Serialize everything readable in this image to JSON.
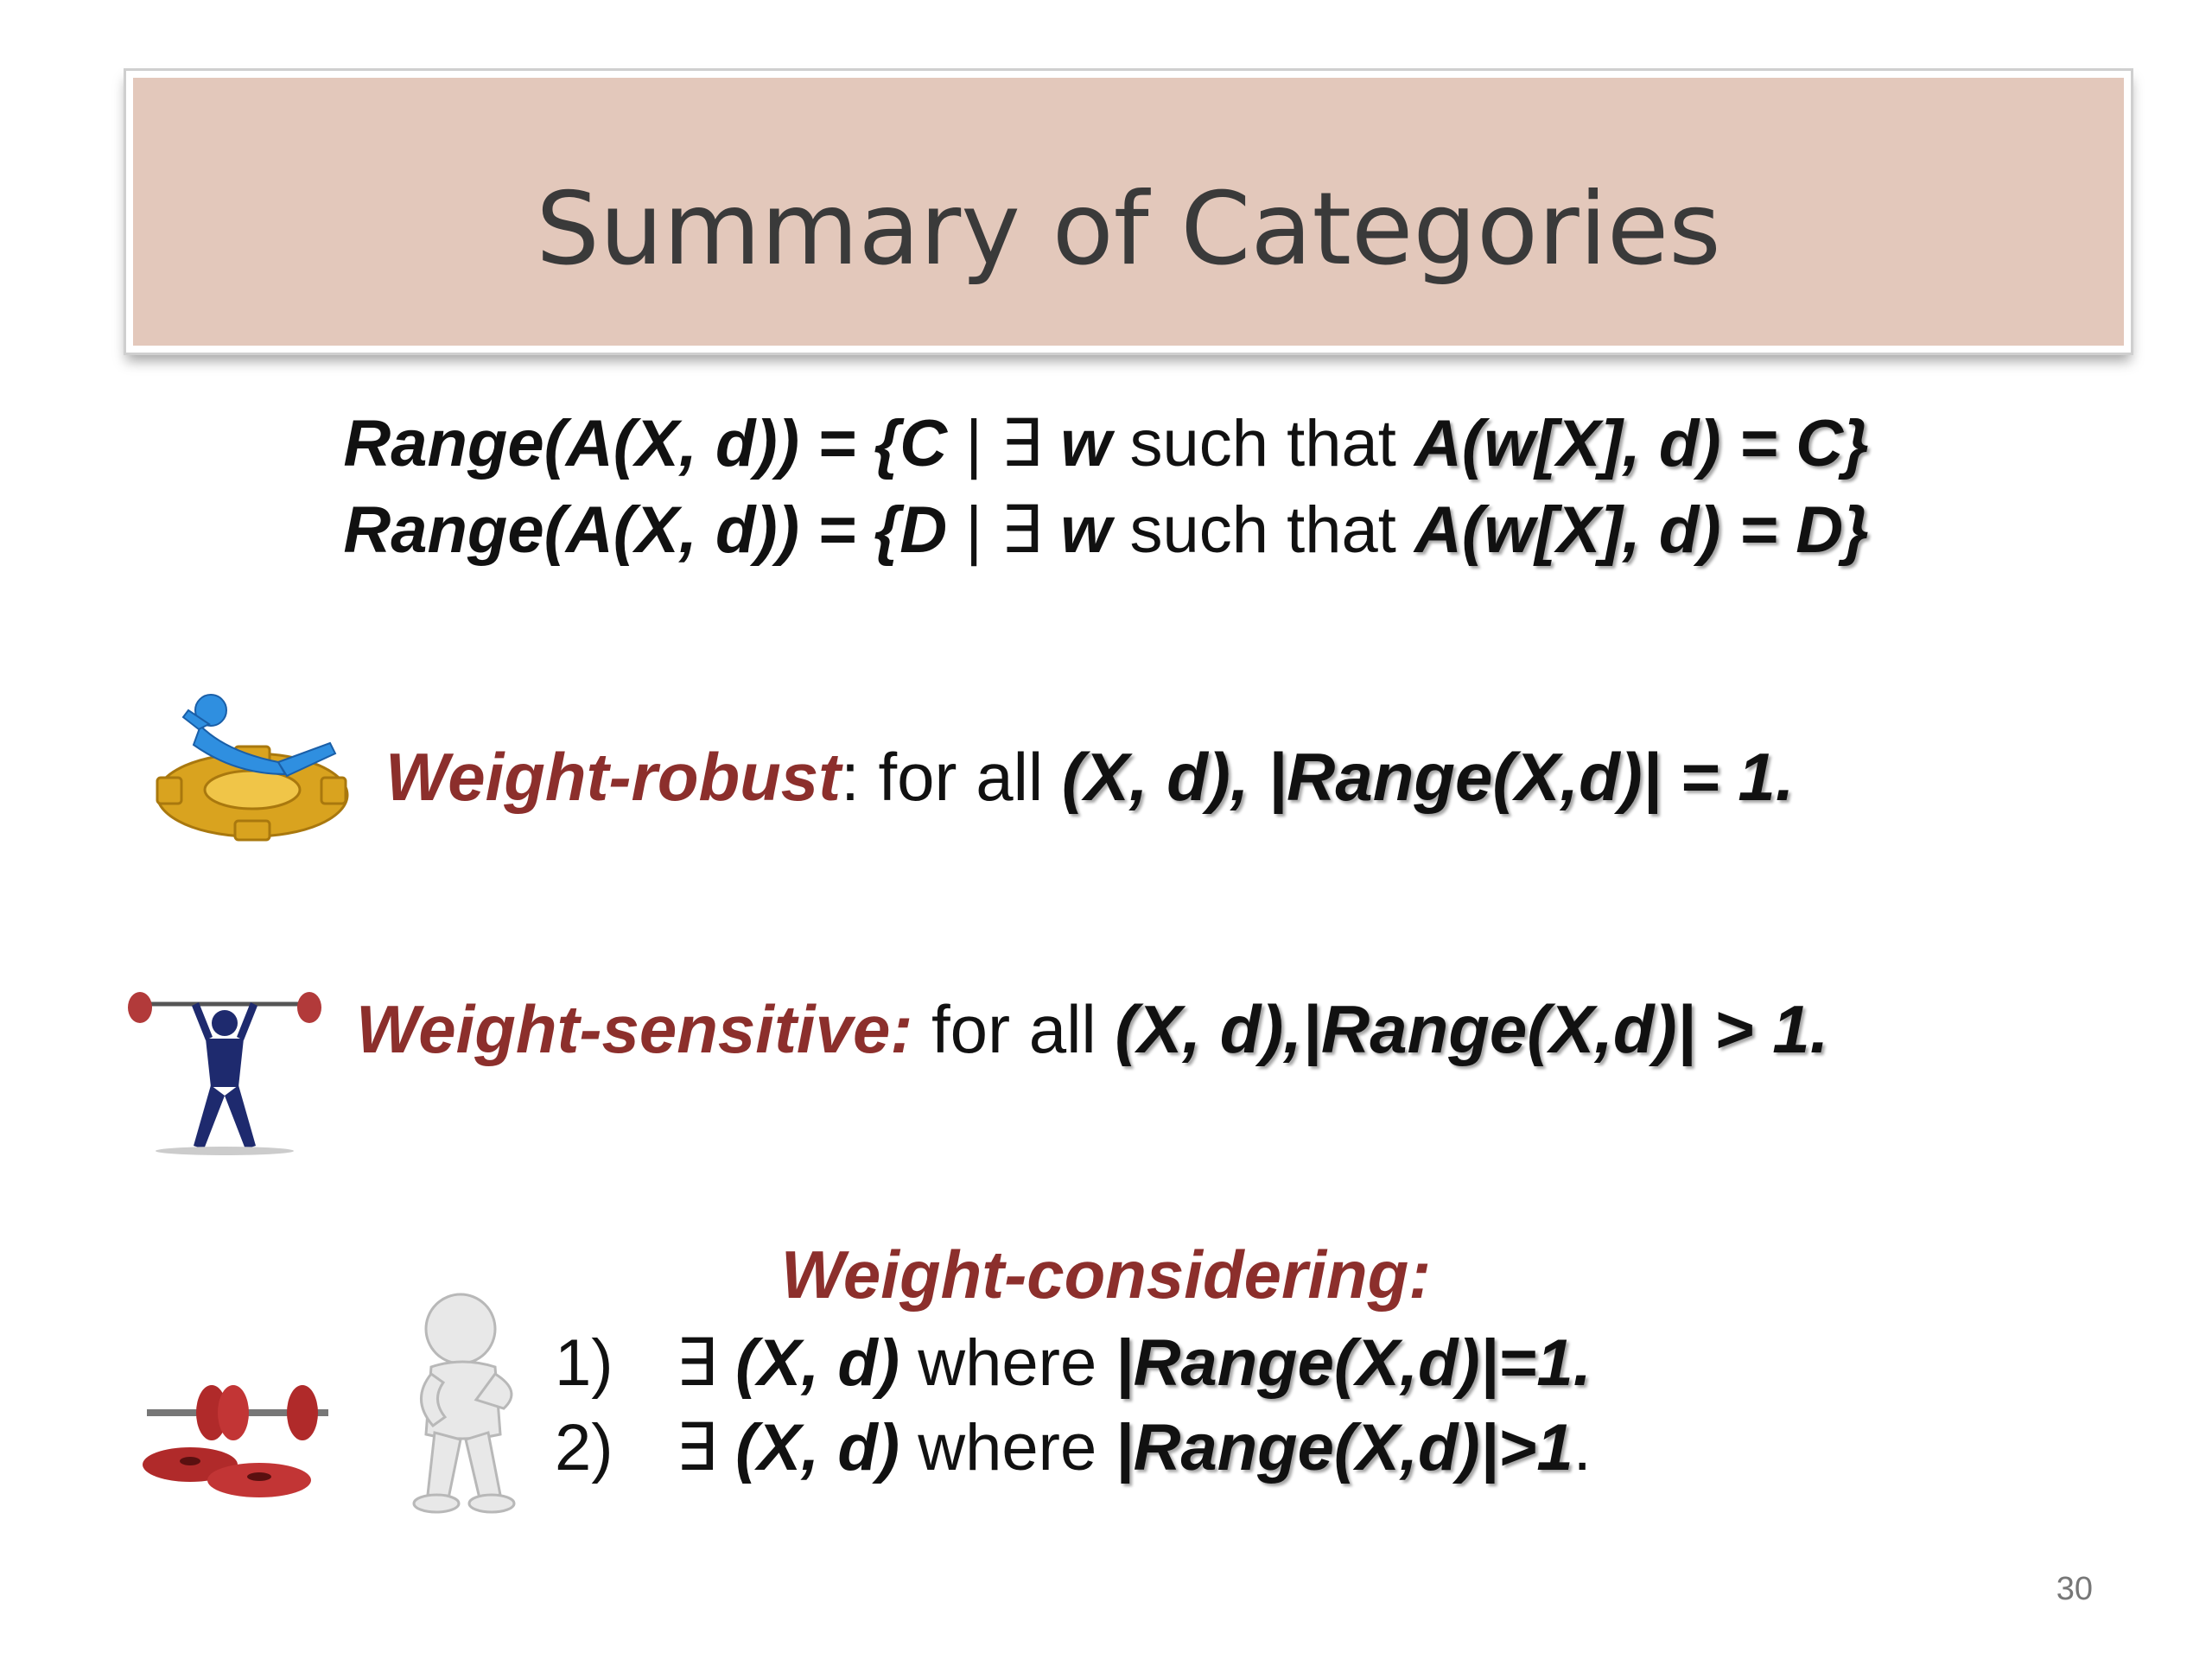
{
  "slide": {
    "title": "Summary of Categories",
    "page_number": "30"
  },
  "definitions": {
    "line1": {
      "lhs": "Range(A(X, d)) = {C",
      "bar": " | ",
      "exists": "∃ ",
      "w": "w",
      "such_that": " such that ",
      "rhs": "A(w[X], d) = C}"
    },
    "line2": {
      "lhs": "Range(A(X, d)) = {D",
      "bar": " | ",
      "exists": "∃ ",
      "w": "w",
      "such_that": " such that ",
      "rhs": "A(w[X], d) = D}"
    }
  },
  "categories": {
    "robust": {
      "name": "Weight-robust",
      "text": ": for all ",
      "formula": "(X, d), |Range(X,d)| = 1.",
      "icon": "figure-lounging-on-gear-icon"
    },
    "sensitive": {
      "name": "Weight-sensitive:",
      "text": " for all ",
      "formula": "(X, d),|Range(X,d)| > 1.",
      "icon": "weightlifter-icon"
    },
    "considering": {
      "name": "Weight-considering:",
      "items": [
        {
          "num": "1)",
          "exists": "∃ ",
          "pair": "(X, d)",
          "where": " where ",
          "formula": "|Range(X,d)|=1."
        },
        {
          "num": "2)",
          "exists": "∃ ",
          "pair": "(X, d)",
          "where": " where ",
          "formula": "|Range(X,d)|>1",
          "tail": "."
        }
      ],
      "icons": [
        "dumbbell-weights-icon",
        "thinking-figure-icon"
      ]
    }
  },
  "colors": {
    "title_bg": "#e3c8bb",
    "category_red": "#8c2f2c"
  }
}
